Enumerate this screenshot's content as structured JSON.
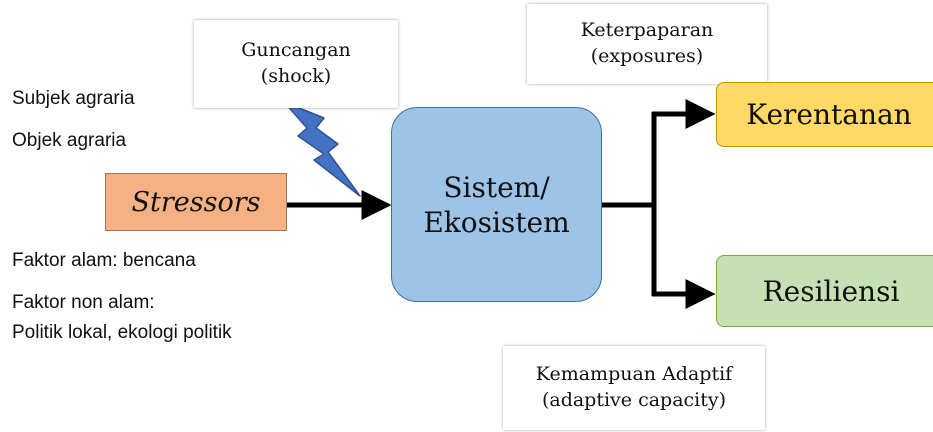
{
  "factors": {
    "subjek": "Subjek agraria",
    "objek": "Objek agraria",
    "alam": "Faktor alam: bencana",
    "non_alam_1": "Faktor non alam:",
    "non_alam_2": "Politik lokal, ekologi politik"
  },
  "stressors": {
    "label": "Stressors",
    "color": "#f4b183"
  },
  "shock": {
    "line1": "Guncangan",
    "line2": "(shock)",
    "icon": "lightning-bolt-icon",
    "color": "#4472c4"
  },
  "exposure": {
    "line1": "Keterpaparan",
    "line2": "(exposures)"
  },
  "system": {
    "line1": "Sistem/",
    "line2": "Ekosistem",
    "color": "#9dc3e6"
  },
  "outcomes": {
    "vulnerability": {
      "label": "Kerentanan",
      "color": "#ffd966"
    },
    "resilience": {
      "label": "Resiliensi",
      "color": "#c5e0b4"
    }
  },
  "adaptive": {
    "line1": "Kemampuan Adaptif",
    "line2": "(adaptive capacity)"
  }
}
